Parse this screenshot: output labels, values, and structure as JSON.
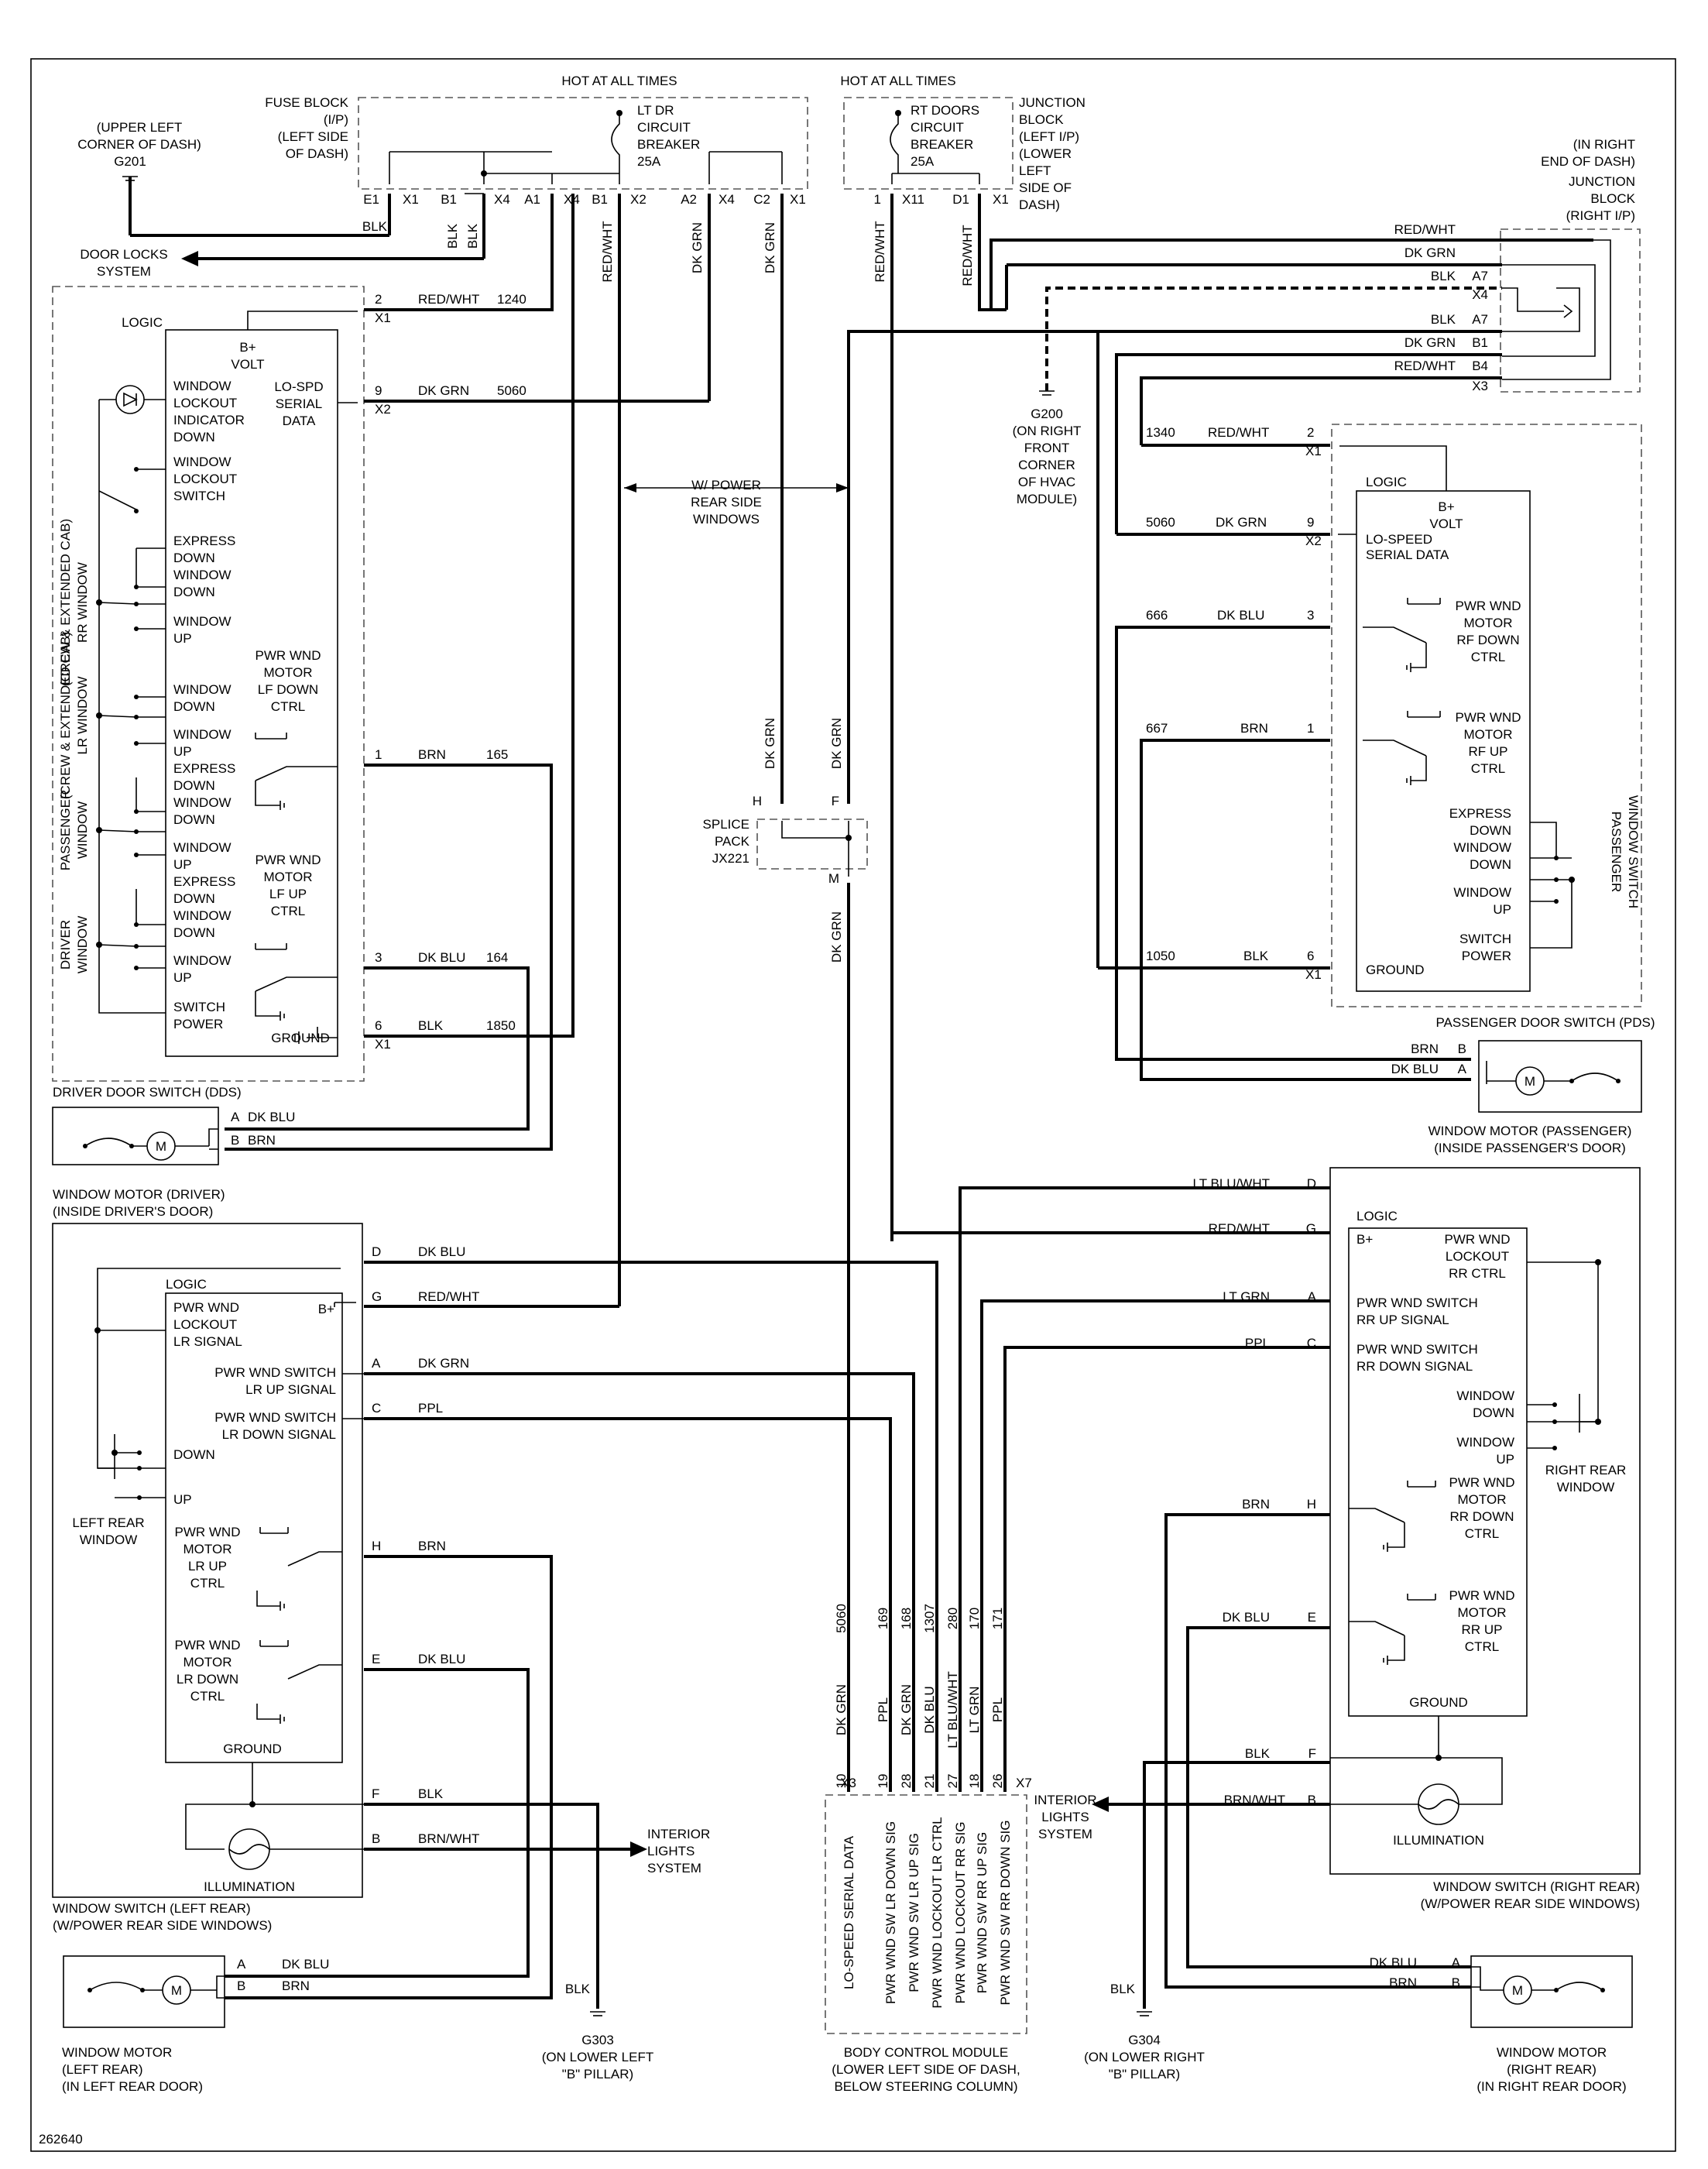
{
  "diagram_id": "262640",
  "header": {
    "hot_left": "HOT AT ALL TIMES",
    "hot_right": "HOT AT ALL TIMES"
  },
  "fuse_block": {
    "lines": [
      "FUSE BLOCK",
      "(I/P)",
      "(LEFT SIDE",
      "OF DASH)"
    ],
    "breaker": [
      "LT DR",
      "CIRCUIT",
      "BREAKER",
      "25A"
    ],
    "pins": [
      "E1",
      "X1",
      "B1",
      "X4",
      "A1",
      "X4",
      "B1",
      "X2",
      "A2",
      "X4",
      "C2",
      "X1"
    ]
  },
  "junction_left": {
    "lines": [
      "JUNCTION",
      "BLOCK",
      "(LEFT I/P)",
      "(LOWER",
      "LEFT",
      "SIDE OF",
      "DASH)"
    ],
    "breaker": [
      "RT DOORS",
      "CIRCUIT",
      "BREAKER",
      "25A"
    ],
    "pins": [
      "1",
      "X11",
      "D1",
      "X1"
    ]
  },
  "junction_right": {
    "lines": [
      "(IN RIGHT",
      "END OF DASH)",
      "JUNCTION",
      "BLOCK",
      "(RIGHT I/P)"
    ],
    "rows": [
      {
        "color": "RED/WHT",
        "pin": ""
      },
      {
        "color": "DK GRN",
        "pin": ""
      },
      {
        "color": "BLK",
        "pin": "A7"
      },
      {
        "color": "BLK",
        "pin": "A7"
      },
      {
        "color": "DK GRN",
        "pin": "B1"
      },
      {
        "color": "RED/WHT",
        "pin": "B4"
      }
    ],
    "conn_top": "X4",
    "conn_bottom": "X3"
  },
  "ground_g201": [
    "(UPPER LEFT",
    "CORNER OF DASH)",
    "G201"
  ],
  "ground_g200": [
    "G200",
    "(ON RIGHT",
    "FRONT",
    "CORNER",
    "OF HVAC",
    "MODULE)"
  ],
  "ground_g303": [
    "G303",
    "(ON LOWER LEFT",
    "\"B\" PILLAR)"
  ],
  "ground_g304": [
    "G304",
    "(ON LOWER RIGHT",
    "\"B\" PILLAR)"
  ],
  "door_locks": [
    "DOOR LOCKS",
    "SYSTEM"
  ],
  "top_wires": {
    "blk1": "BLK",
    "blk2": "BLK",
    "blk3": "BLK",
    "redwht1": "RED/WHT",
    "dkgrn1": "DK GRN",
    "dkgrn2": "DK GRN",
    "redwht2": "RED/WHT",
    "redwht3": "RED/WHT"
  },
  "power_rear": [
    "W/ POWER",
    "REAR SIDE",
    "WINDOWS"
  ],
  "dds": {
    "title": "DRIVER DOOR SWITCH (DDS)",
    "logic": "LOGIC",
    "bvolt": [
      "B+",
      "VOLT"
    ],
    "lospd": [
      "LO-SPD",
      "SERIAL",
      "DATA"
    ],
    "labels": [
      [
        "WINDOW",
        "LOCKOUT",
        "INDICATOR",
        "DOWN"
      ],
      [
        "WINDOW",
        "LOCKOUT",
        "SWITCH"
      ],
      [
        "EXPRESS",
        "DOWN",
        "WINDOW",
        "DOWN"
      ],
      [
        "WINDOW",
        "UP"
      ],
      [
        "WINDOW",
        "DOWN"
      ],
      [
        "WINDOW",
        "UP"
      ],
      [
        "EXPRESS",
        "DOWN",
        "WINDOW",
        "DOWN"
      ],
      [
        "WINDOW",
        "UP"
      ],
      [
        "EXPRESS",
        "DOWN",
        "WINDOW",
        "DOWN"
      ],
      [
        "WINDOW",
        "UP"
      ],
      [
        "SWITCH",
        "POWER"
      ]
    ],
    "motor_lf_down": [
      "PWR WND",
      "MOTOR",
      "LF DOWN",
      "CTRL"
    ],
    "motor_lf_up": [
      "PWR WND",
      "MOTOR",
      "LF UP",
      "CTRL"
    ],
    "ground": "GROUND",
    "side_rr": [
      "(CREW & EXTENDED CAB)",
      "RR WINDOW"
    ],
    "side_lr": [
      "(CREW & EXTENDED CAB)",
      "LR WINDOW"
    ],
    "side_pass": [
      "PASSENGER",
      "WINDOW"
    ],
    "side_driver": [
      "DRIVER",
      "WINDOW"
    ],
    "pins": [
      {
        "pin": "2",
        "conn": "X1",
        "color": "RED/WHT",
        "circuit": "1240"
      },
      {
        "pin": "9",
        "conn": "X2",
        "color": "DK GRN",
        "circuit": "5060"
      },
      {
        "pin": "1",
        "conn": "",
        "color": "BRN",
        "circuit": "165"
      },
      {
        "pin": "3",
        "conn": "",
        "color": "DK BLU",
        "circuit": "164"
      },
      {
        "pin": "6",
        "conn": "X1",
        "color": "BLK",
        "circuit": "1850"
      }
    ]
  },
  "motor_driver": {
    "title": [
      "WINDOW MOTOR (DRIVER)",
      "(INSIDE DRIVER'S DOOR)"
    ],
    "pins": [
      {
        "pin": "A",
        "color": "DK BLU"
      },
      {
        "pin": "B",
        "color": "BRN"
      }
    ]
  },
  "pds": {
    "title": "PASSENGER DOOR SWITCH (PDS)",
    "logic": "LOGIC",
    "bvolt": [
      "B+",
      "VOLT"
    ],
    "lospd": [
      "LO-SPEED",
      "SERIAL DATA"
    ],
    "motor_rf_down": [
      "PWR WND",
      "MOTOR",
      "RF DOWN",
      "CTRL"
    ],
    "motor_rf_up": [
      "PWR WND",
      "MOTOR",
      "RF UP",
      "CTRL"
    ],
    "express": [
      "EXPRESS",
      "DOWN",
      "WINDOW",
      "DOWN"
    ],
    "window_up": [
      "WINDOW",
      "UP"
    ],
    "switch_power": [
      "SWITCH",
      "POWER"
    ],
    "ground": "GROUND",
    "side": [
      "PASSENGER",
      "WINDOW SWITCH"
    ],
    "pins": [
      {
        "pin": "2",
        "conn": "X1",
        "color": "RED/WHT",
        "circuit": "1340"
      },
      {
        "pin": "9",
        "conn": "X2",
        "color": "DK GRN",
        "circuit": "5060"
      },
      {
        "pin": "3",
        "conn": "",
        "color": "DK BLU",
        "circuit": "666"
      },
      {
        "pin": "1",
        "conn": "",
        "color": "BRN",
        "circuit": "667"
      },
      {
        "pin": "6",
        "conn": "X1",
        "color": "BLK",
        "circuit": "1050"
      }
    ]
  },
  "motor_pass": {
    "title": [
      "WINDOW MOTOR (PASSENGER)",
      "(INSIDE PASSENGER'S DOOR)"
    ],
    "pins": [
      {
        "pin": "B",
        "color": "BRN"
      },
      {
        "pin": "A",
        "color": "DK BLU"
      }
    ]
  },
  "splice": {
    "lines": [
      "SPLICE",
      "PACK",
      "JX221"
    ],
    "pins": [
      "H",
      "F",
      "M"
    ],
    "colors": [
      "DK GRN",
      "DK GRN",
      "DK GRN"
    ]
  },
  "lr_switch": {
    "title": [
      "WINDOW SWITCH (LEFT REAR)",
      "(W/POWER REAR SIDE WINDOWS)"
    ],
    "logic": "LOGIC",
    "bplus": "B+",
    "lockout": [
      "PWR WND",
      "LOCKOUT",
      "LR SIGNAL"
    ],
    "up_signal": [
      "PWR WND SWITCH",
      "LR UP SIGNAL"
    ],
    "down_signal": [
      "PWR WND SWITCH",
      "LR DOWN SIGNAL"
    ],
    "down": "DOWN",
    "up": "UP",
    "left_rear": [
      "LEFT REAR",
      "WINDOW"
    ],
    "motor_up": [
      "PWR WND",
      "MOTOR",
      "LR UP",
      "CTRL"
    ],
    "motor_down": [
      "PWR WND",
      "MOTOR",
      "LR DOWN",
      "CTRL"
    ],
    "ground": "GROUND",
    "illumination": "ILLUMINATION",
    "pins": [
      {
        "pin": "D",
        "color": "DK BLU"
      },
      {
        "pin": "G",
        "color": "RED/WHT"
      },
      {
        "pin": "A",
        "color": "DK GRN"
      },
      {
        "pin": "C",
        "color": "PPL"
      },
      {
        "pin": "H",
        "color": "BRN"
      },
      {
        "pin": "E",
        "color": "DK BLU"
      },
      {
        "pin": "F",
        "color": "BLK"
      },
      {
        "pin": "B",
        "color": "BRN/WHT"
      }
    ]
  },
  "interior_left": [
    "INTERIOR",
    "LIGHTS",
    "SYSTEM"
  ],
  "interior_right": [
    "INTERIOR",
    "LIGHTS",
    "SYSTEM"
  ],
  "motor_lr": {
    "title": [
      "WINDOW MOTOR",
      "(LEFT REAR)",
      "(IN LEFT REAR DOOR)"
    ],
    "pins": [
      {
        "pin": "A",
        "color": "DK BLU"
      },
      {
        "pin": "B",
        "color": "BRN"
      }
    ],
    "blk": "BLK"
  },
  "bcm": {
    "title": [
      "BODY CONTROL MODULE",
      "(LOWER LEFT SIDE OF DASH,",
      "BELOW STEERING COLUMN)"
    ],
    "conn_left": "X3",
    "conn_right": "X7",
    "columns": [
      {
        "pin": "10",
        "color": "DK GRN",
        "circuit": "5060",
        "signal": "LO-SPEED SERIAL DATA"
      },
      {
        "pin": "19",
        "color": "PPL",
        "circuit": "169",
        "signal": "PWR WND SW LR DOWN SIG"
      },
      {
        "pin": "28",
        "color": "DK GRN",
        "circuit": "168",
        "signal": "PWR WND SW LR UP SIG"
      },
      {
        "pin": "21",
        "color": "DK BLU",
        "circuit": "1307",
        "signal": "PWR WND LOCKOUT LR CTRL"
      },
      {
        "pin": "27",
        "color": "LT BLU/WHT",
        "circuit": "280",
        "signal": "PWR WND LOCKOUT RR SIG"
      },
      {
        "pin": "18",
        "color": "LT GRN",
        "circuit": "170",
        "signal": "PWR WND SW RR UP SIG"
      },
      {
        "pin": "26",
        "color": "PPL",
        "circuit": "171",
        "signal": "PWR WND SW RR DOWN SIG"
      }
    ]
  },
  "rr_switch": {
    "title": [
      "WINDOW SWITCH (RIGHT REAR)",
      "(W/POWER REAR SIDE WINDOWS)"
    ],
    "logic": "LOGIC",
    "bplus": "B+",
    "lockout": [
      "PWR WND",
      "LOCKOUT",
      "RR CTRL"
    ],
    "up_signal": [
      "PWR WND SWITCH",
      "RR UP SIGNAL"
    ],
    "down_signal": [
      "PWR WND SWITCH",
      "RR DOWN SIGNAL"
    ],
    "window_down": [
      "WINDOW",
      "DOWN"
    ],
    "window_up": [
      "WINDOW",
      "UP"
    ],
    "right_rear": [
      "RIGHT REAR",
      "WINDOW"
    ],
    "motor_down": [
      "PWR WND",
      "MOTOR",
      "RR DOWN",
      "CTRL"
    ],
    "motor_up": [
      "PWR WND",
      "MOTOR",
      "RR UP",
      "CTRL"
    ],
    "ground": "GROUND",
    "illumination": "ILLUMINATION",
    "pins": [
      {
        "pin": "D",
        "color": "LT BLU/WHT"
      },
      {
        "pin": "G",
        "color": "RED/WHT"
      },
      {
        "pin": "A",
        "color": "LT GRN"
      },
      {
        "pin": "C",
        "color": "PPL"
      },
      {
        "pin": "H",
        "color": "BRN"
      },
      {
        "pin": "E",
        "color": "DK BLU"
      },
      {
        "pin": "F",
        "color": "BLK"
      },
      {
        "pin": "B",
        "color": "BRN/WHT"
      }
    ]
  },
  "motor_rr": {
    "title": [
      "WINDOW MOTOR",
      "(RIGHT REAR)",
      "(IN RIGHT REAR DOOR)"
    ],
    "pins": [
      {
        "pin": "A",
        "color": "DK BLU"
      },
      {
        "pin": "B",
        "color": "BRN"
      }
    ],
    "blk": "BLK"
  }
}
